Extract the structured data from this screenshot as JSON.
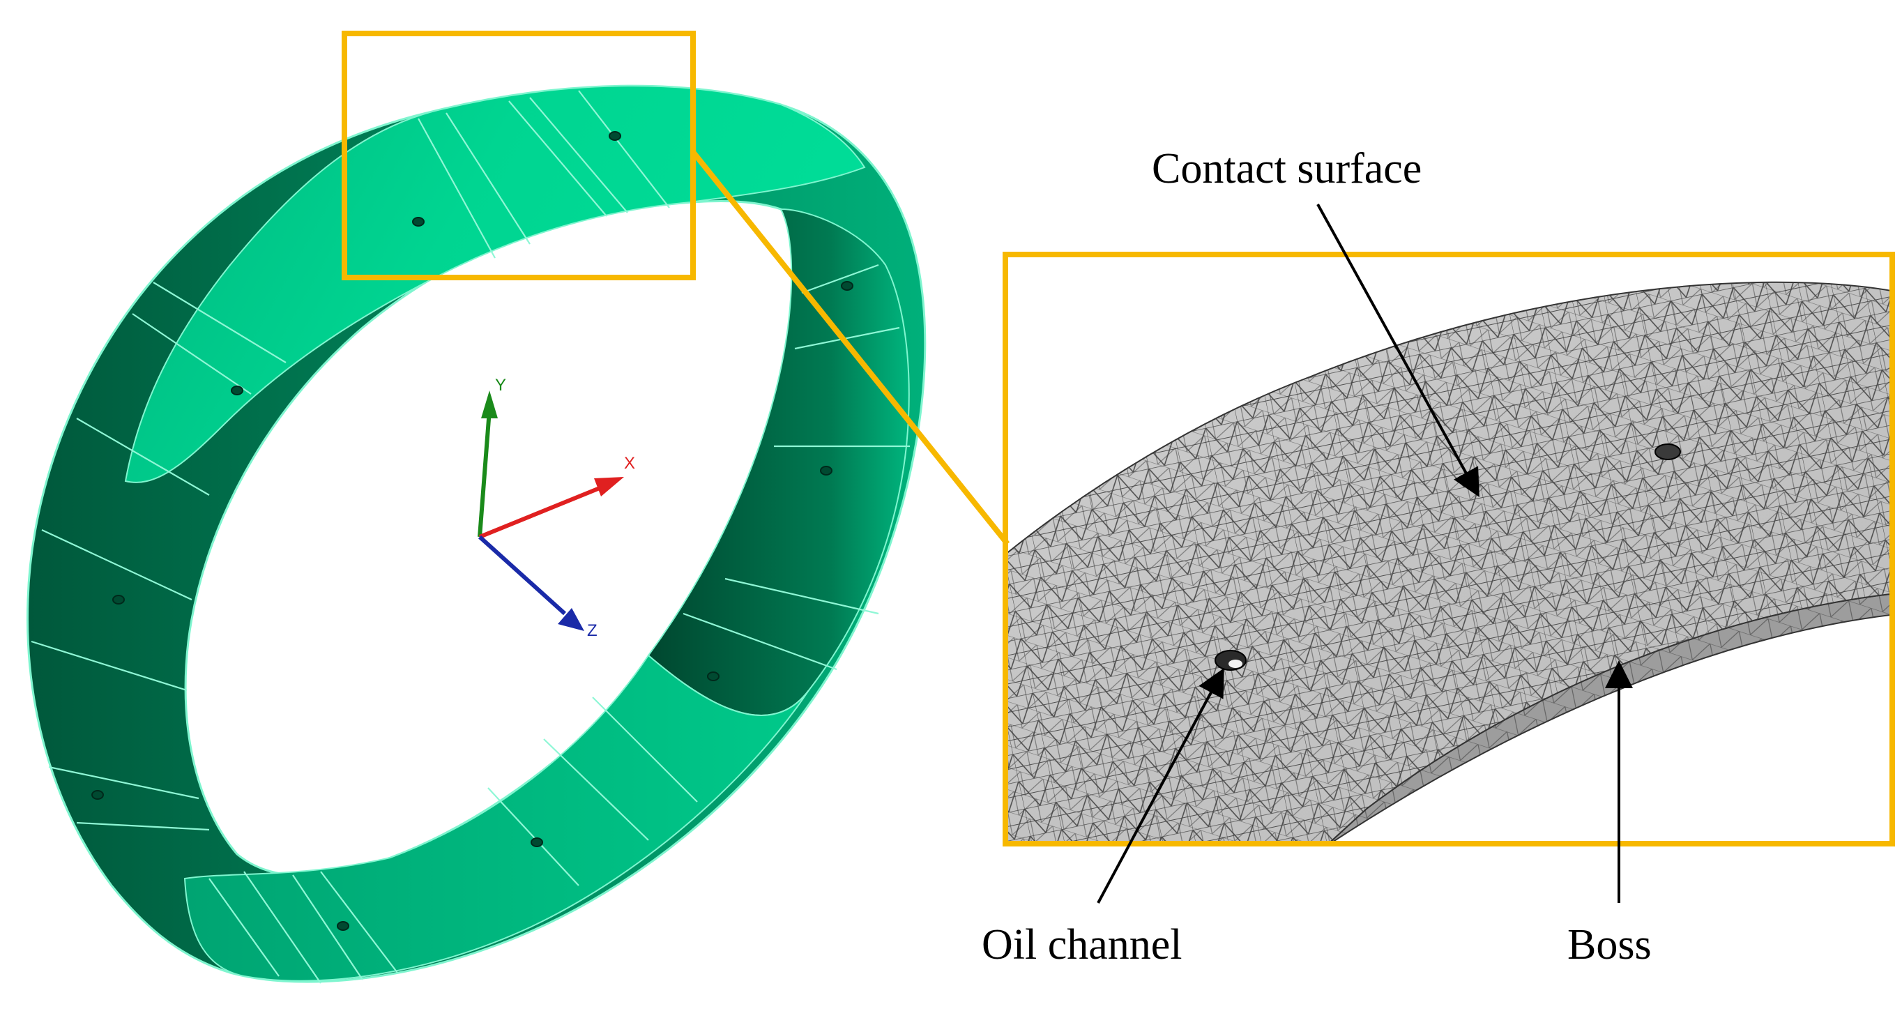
{
  "labels": {
    "contact_surface": "Contact surface",
    "oil_channel": "Oil channel",
    "boss": "Boss"
  },
  "axes": {
    "y": "Y",
    "x": "X",
    "z": "Z"
  },
  "colors": {
    "ring_light": "#00d08e",
    "ring_mid": "#00a874",
    "ring_dark": "#005c3d",
    "ring_edge": "#6ff0c8",
    "highlight_box": "#f7b800",
    "mesh_fill": "#c9c9c9",
    "mesh_line": "#2f2f2f",
    "axis_x": "#e02020",
    "axis_y": "#1a8a1a",
    "axis_z": "#1a2aa8"
  }
}
